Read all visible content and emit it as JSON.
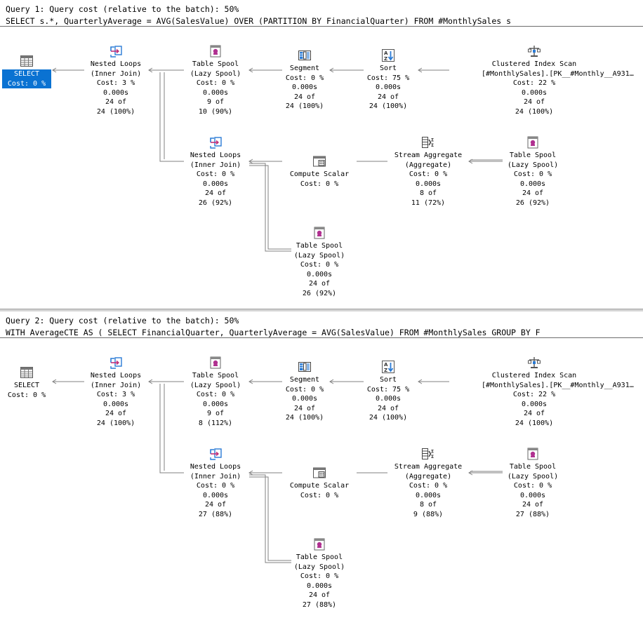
{
  "queries": [
    {
      "header": "Query 1: Query cost (relative to the batch): 50%",
      "sql": "SELECT s.*, QuarterlyAverage = AVG(SalesValue) OVER (PARTITION BY FinancialQuarter) FROM #MonthlySales s",
      "nodes": {
        "select": {
          "name": "SELECT",
          "cost": "Cost: 0 %"
        },
        "nl1": {
          "name": "Nested Loops",
          "sub": "(Inner Join)",
          "cost": "Cost: 3 %",
          "time": "0.000s",
          "rows": "24 of",
          "est": "24 (100%)"
        },
        "spool1": {
          "name": "Table Spool",
          "sub": "(Lazy Spool)",
          "cost": "Cost: 0 %",
          "time": "0.000s",
          "rows": "9 of",
          "est": "10 (90%)"
        },
        "segment": {
          "name": "Segment",
          "cost": "Cost: 0 %",
          "time": "0.000s",
          "rows": "24 of",
          "est": "24 (100%)"
        },
        "sort": {
          "name": "Sort",
          "cost": "Cost: 75 %",
          "time": "0.000s",
          "rows": "24 of",
          "est": "24 (100%)"
        },
        "scan": {
          "name": "Clustered Index Scan",
          "sub": "[#MonthlySales].[PK__#Monthly__A931…",
          "cost": "Cost: 22 %",
          "time": "0.000s",
          "rows": "24 of",
          "est": "24 (100%)"
        },
        "nl2": {
          "name": "Nested Loops",
          "sub": "(Inner Join)",
          "cost": "Cost: 0 %",
          "time": "0.000s",
          "rows": "24 of",
          "est": "26 (92%)"
        },
        "compute": {
          "name": "Compute Scalar",
          "cost": "Cost: 0 %"
        },
        "agg": {
          "name": "Stream Aggregate",
          "sub": "(Aggregate)",
          "cost": "Cost: 0 %",
          "time": "0.000s",
          "rows": "8 of",
          "est": "11 (72%)"
        },
        "spool2": {
          "name": "Table Spool",
          "sub": "(Lazy Spool)",
          "cost": "Cost: 0 %",
          "time": "0.000s",
          "rows": "24 of",
          "est": "26 (92%)"
        },
        "spool3": {
          "name": "Table Spool",
          "sub": "(Lazy Spool)",
          "cost": "Cost: 0 %",
          "time": "0.000s",
          "rows": "24 of",
          "est": "26 (92%)"
        }
      }
    },
    {
      "header": "Query 2: Query cost (relative to the batch): 50%",
      "sql": "WITH AverageCTE AS ( SELECT FinancialQuarter, QuarterlyAverage = AVG(SalesValue) FROM #MonthlySales GROUP BY F",
      "nodes": {
        "select": {
          "name": "SELECT",
          "cost": "Cost: 0 %"
        },
        "nl1": {
          "name": "Nested Loops",
          "sub": "(Inner Join)",
          "cost": "Cost: 3 %",
          "time": "0.000s",
          "rows": "24 of",
          "est": "24 (100%)"
        },
        "spool1": {
          "name": "Table Spool",
          "sub": "(Lazy Spool)",
          "cost": "Cost: 0 %",
          "time": "0.000s",
          "rows": "9 of",
          "est": "8 (112%)"
        },
        "segment": {
          "name": "Segment",
          "cost": "Cost: 0 %",
          "time": "0.000s",
          "rows": "24 of",
          "est": "24 (100%)"
        },
        "sort": {
          "name": "Sort",
          "cost": "Cost: 75 %",
          "time": "0.000s",
          "rows": "24 of",
          "est": "24 (100%)"
        },
        "scan": {
          "name": "Clustered Index Scan",
          "sub": "[#MonthlySales].[PK__#Monthly__A931…",
          "cost": "Cost: 22 %",
          "time": "0.000s",
          "rows": "24 of",
          "est": "24 (100%)"
        },
        "nl2": {
          "name": "Nested Loops",
          "sub": "(Inner Join)",
          "cost": "Cost: 0 %",
          "time": "0.000s",
          "rows": "24 of",
          "est": "27 (88%)"
        },
        "compute": {
          "name": "Compute Scalar",
          "cost": "Cost: 0 %"
        },
        "agg": {
          "name": "Stream Aggregate",
          "sub": "(Aggregate)",
          "cost": "Cost: 0 %",
          "time": "0.000s",
          "rows": "8 of",
          "est": "9 (88%)"
        },
        "spool2": {
          "name": "Table Spool",
          "sub": "(Lazy Spool)",
          "cost": "Cost: 0 %",
          "time": "0.000s",
          "rows": "24 of",
          "est": "27 (88%)"
        },
        "spool3": {
          "name": "Table Spool",
          "sub": "(Lazy Spool)",
          "cost": "Cost: 0 %",
          "time": "0.000s",
          "rows": "24 of",
          "est": "27 (88%)"
        }
      }
    }
  ],
  "icons": {
    "select": "select-table-icon",
    "nl": "nested-loops-icon",
    "spool": "table-spool-icon",
    "segment": "segment-icon",
    "sort": "sort-icon",
    "scan": "clustered-index-scan-icon",
    "compute": "compute-scalar-icon",
    "agg": "stream-aggregate-icon"
  },
  "colors": {
    "selected": "#0a72d2",
    "spool_icon": "#b03090",
    "nl_icon": "#2a7bd5",
    "edge": "#808080"
  }
}
